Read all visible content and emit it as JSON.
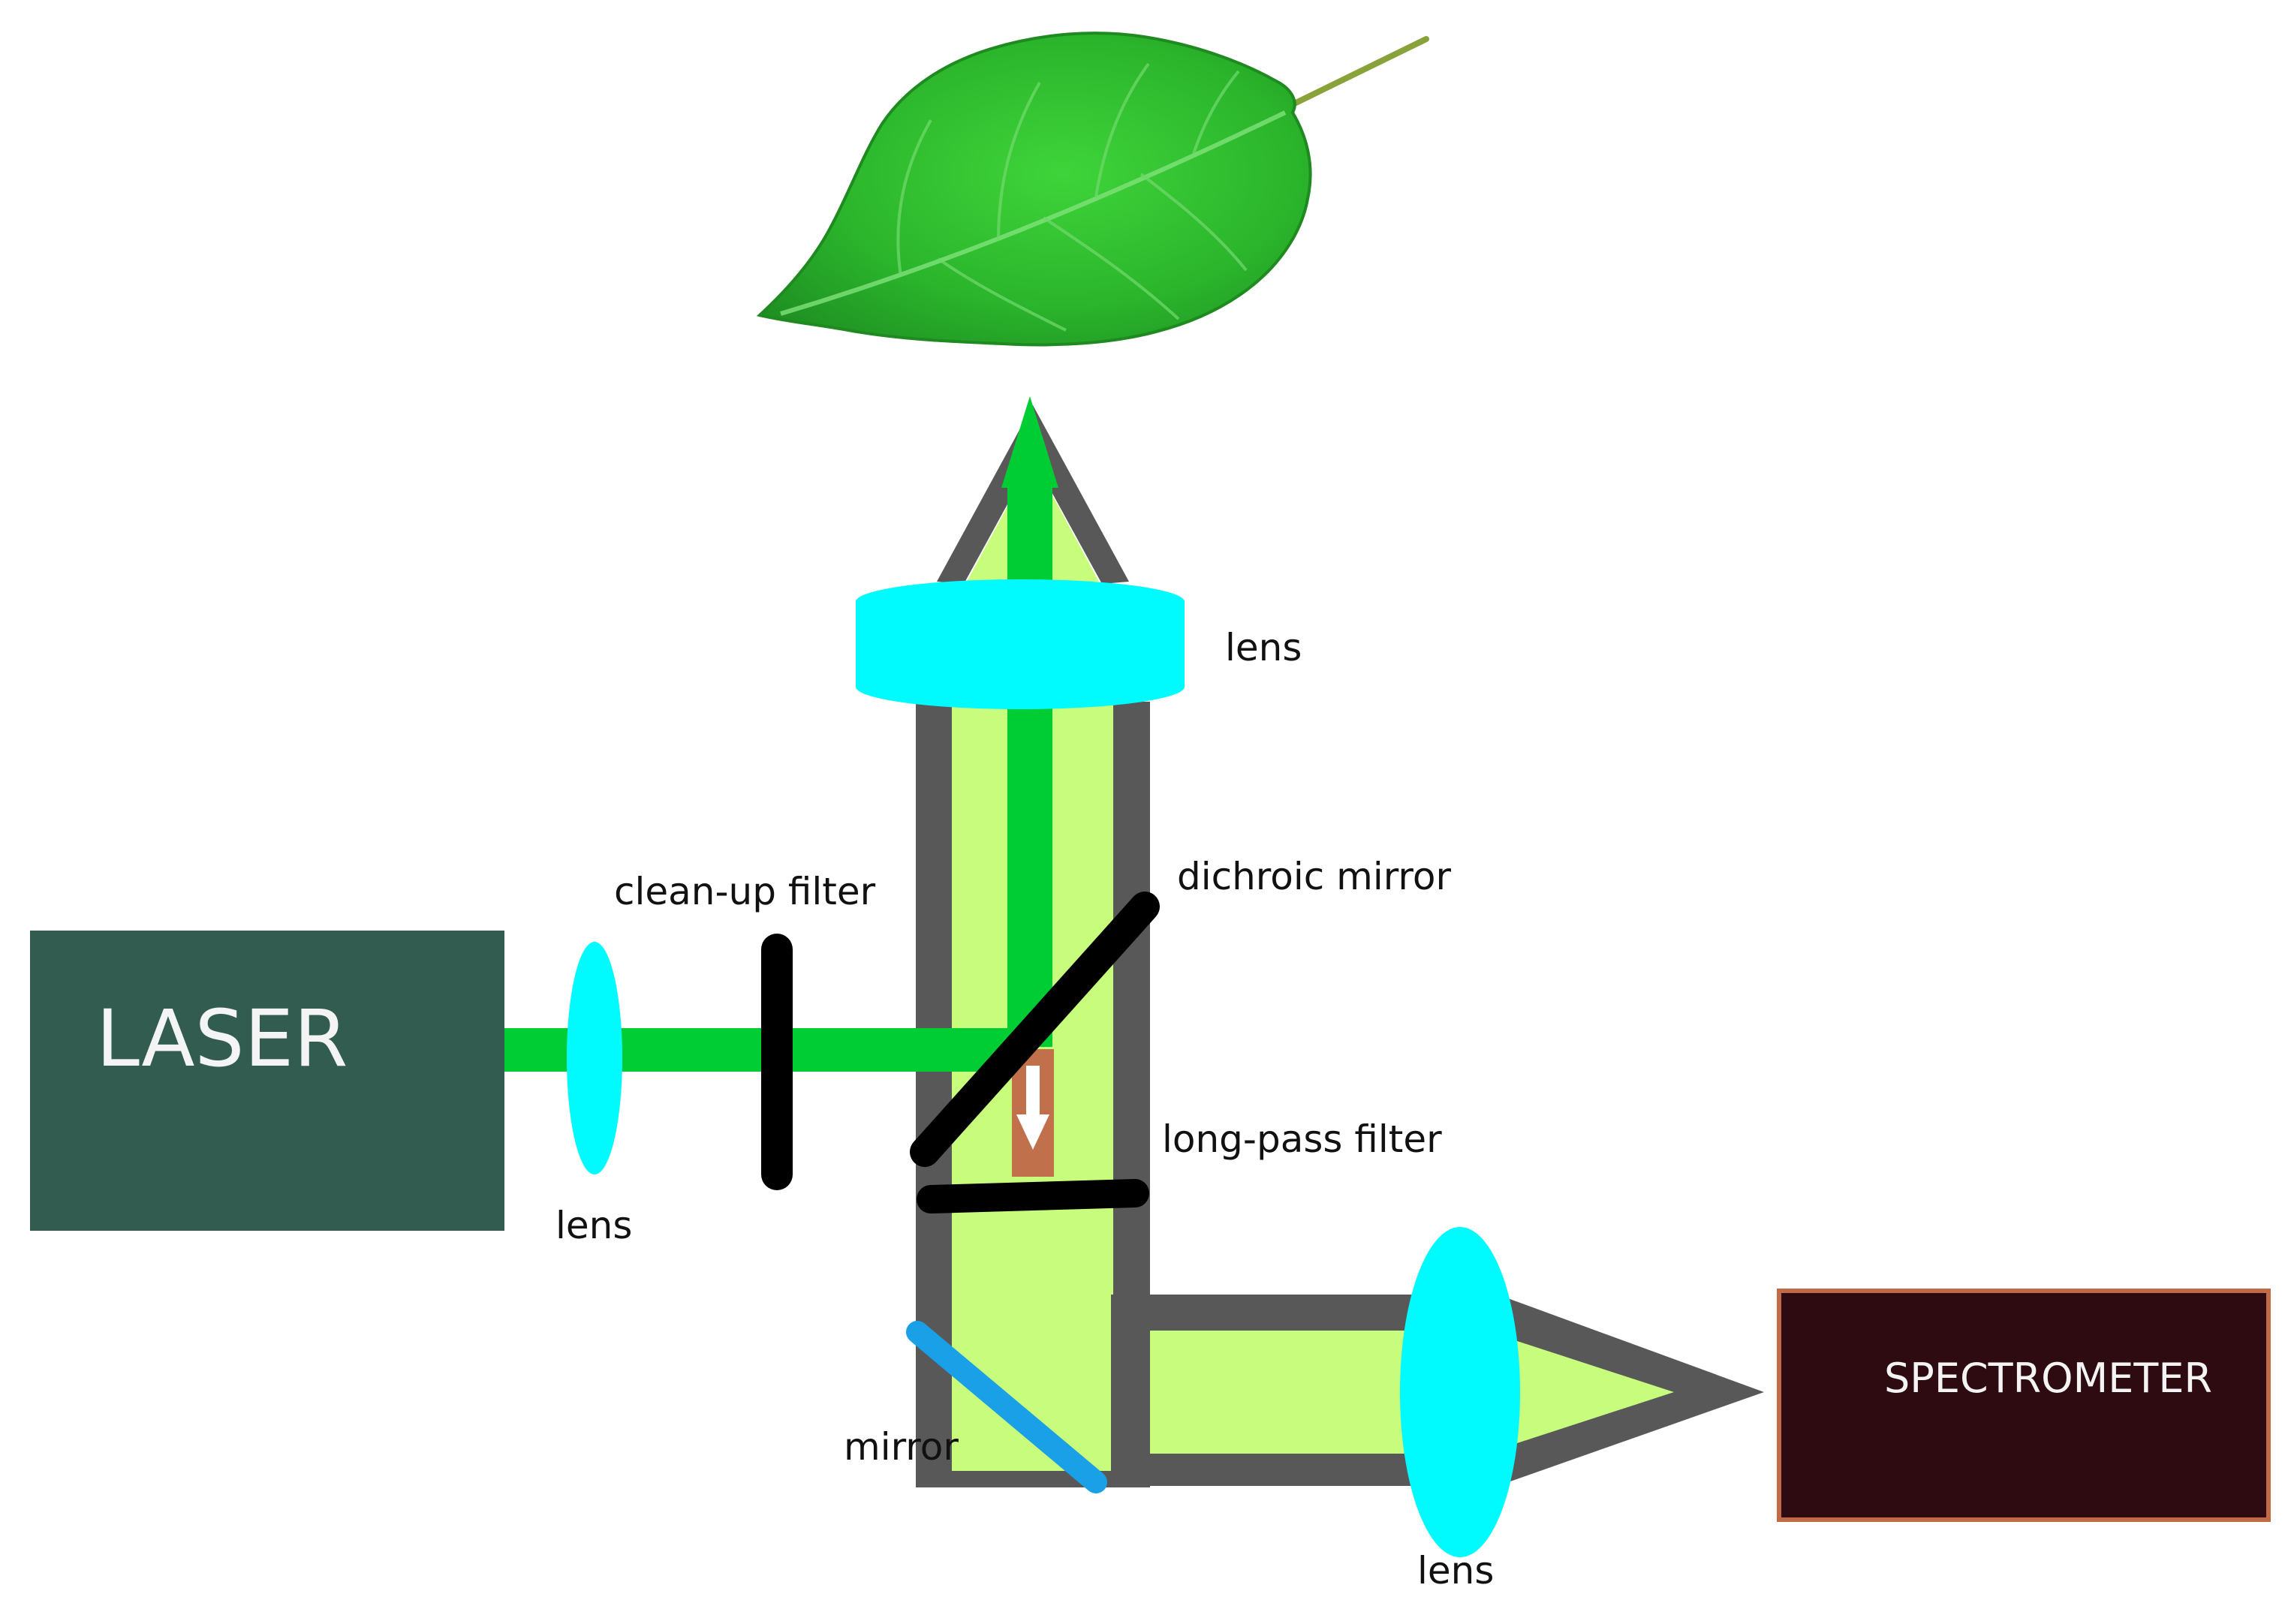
{
  "colors": {
    "laser_box": "#335c51",
    "spectrometer_box": "#2e0b10",
    "spectrometer_edge": "#c06a48",
    "tube_frame": "#585858",
    "tube_fill": "#c8fc7c",
    "beam_green": "#00cc33",
    "lens": "#00fbff",
    "filter": "#000000",
    "mirror": "#1aa0e6",
    "emission": "#c0704a",
    "leaf": "#2fb832"
  },
  "labels": {
    "laser": "LASER",
    "spectrometer": "SPECTROMETER",
    "lens_laser": "lens",
    "lens_top": "lens",
    "lens_bottom": "lens",
    "cleanup_filter": "clean-up filter",
    "dichroic_mirror": "dichroic mirror",
    "longpass_filter": "long-pass filter",
    "mirror": "mirror"
  },
  "icons": {
    "sample": "leaf-icon",
    "emission_arrow": "arrow-down-icon"
  }
}
